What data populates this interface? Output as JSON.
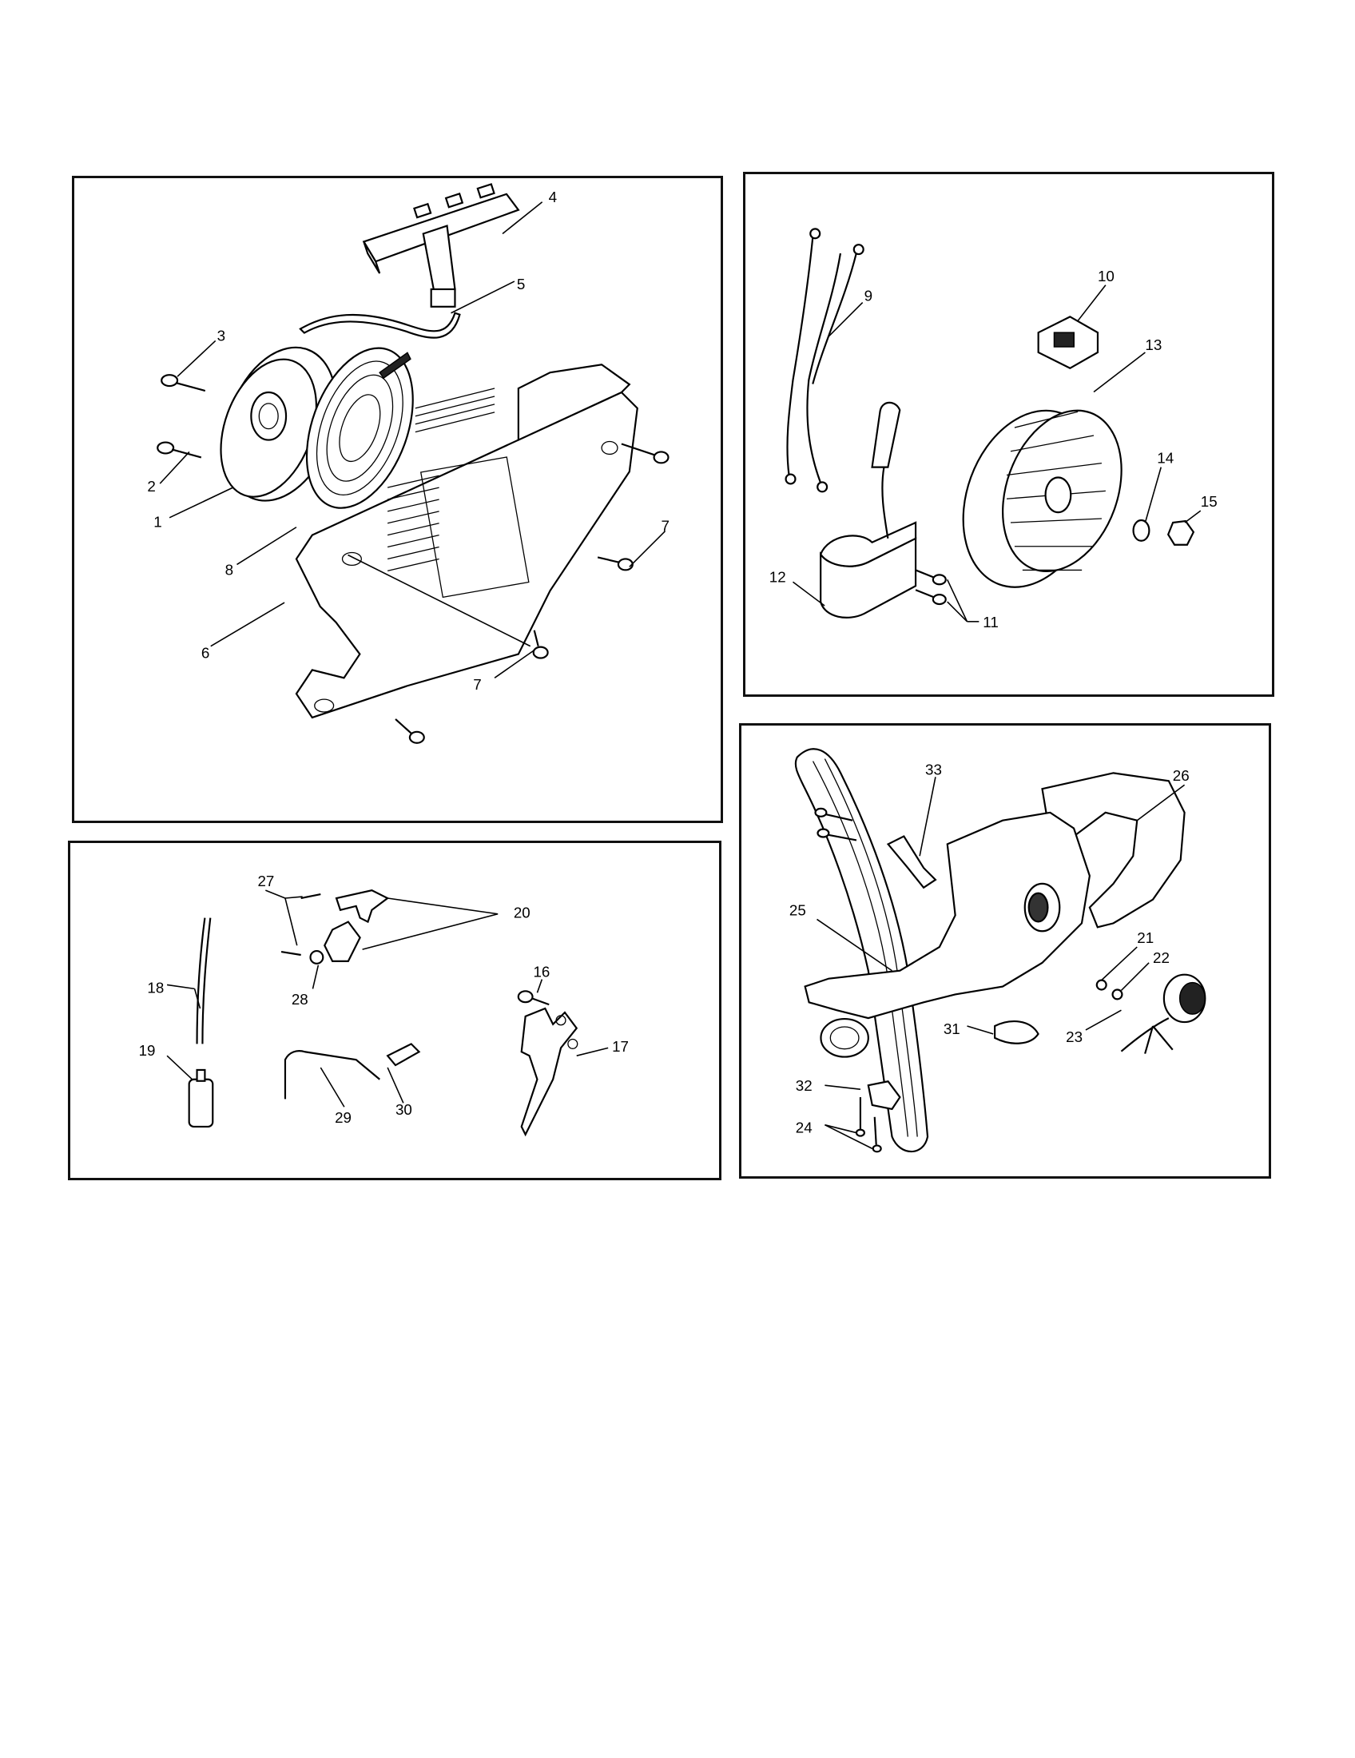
{
  "panels": {
    "starter": {
      "labels": [
        "1",
        "2",
        "3",
        "4",
        "5",
        "6",
        "7",
        "7",
        "8"
      ]
    },
    "ignition": {
      "labels": [
        "9",
        "10",
        "11",
        "12",
        "13",
        "14",
        "15"
      ]
    },
    "fuel_trigger": {
      "labels": [
        "16",
        "17",
        "18",
        "19",
        "20",
        "27",
        "28",
        "29",
        "30"
      ]
    },
    "handle": {
      "labels": [
        "21",
        "22",
        "23",
        "24",
        "25",
        "26",
        "31",
        "32",
        "33"
      ]
    }
  },
  "colors": {
    "line": "#000000",
    "background": "#ffffff"
  }
}
